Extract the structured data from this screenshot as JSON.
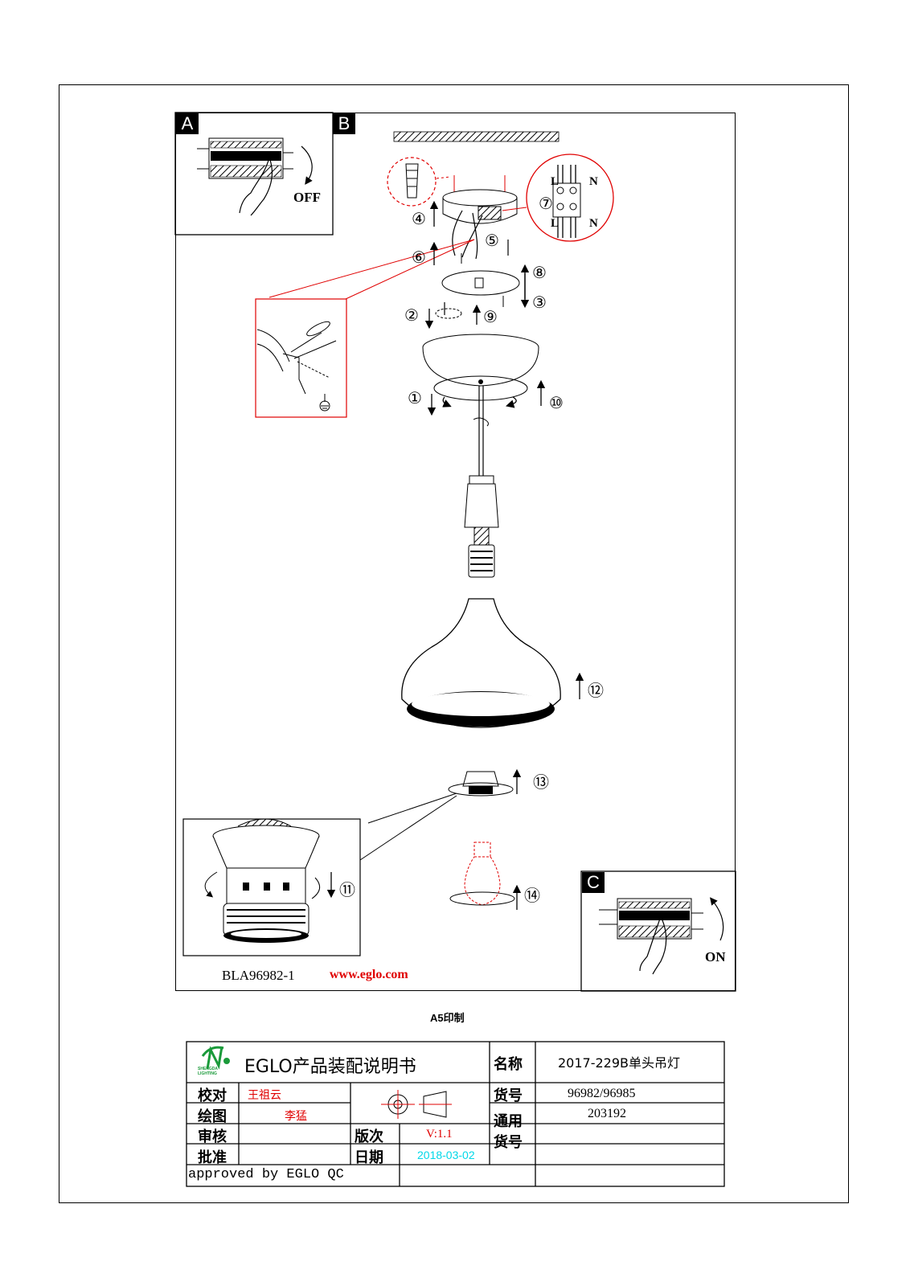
{
  "panels": {
    "a_label": "A",
    "b_label": "B",
    "c_label": "C",
    "off_text": "OFF",
    "on_text": "ON"
  },
  "wiring": {
    "l_top": "L",
    "n_top": "N",
    "l_bottom": "L",
    "n_bottom": "N"
  },
  "steps": {
    "s1": "①",
    "s2": "②",
    "s3": "③",
    "s4": "④",
    "s5": "⑤",
    "s6": "⑥",
    "s7": "⑦",
    "s8": "⑧",
    "s9": "⑨",
    "s10": "⑩",
    "s11": "⑪",
    "s12": "⑫",
    "s13": "⑬",
    "s14": "⑭"
  },
  "drawing_code": "BLA96982-1",
  "website": "www.eglo.com",
  "print_note": "A5印制",
  "title_block": {
    "logo_text": "SHENGDA LIGHTING",
    "doc_title": "EGLO产品装配说明书",
    "name_label": "名称",
    "name_value": "2017-229B单头吊灯",
    "proof_label": "校对",
    "proof_value": "王祖云",
    "drawn_label": "绘图",
    "drawn_value": "李猛",
    "review_label": "审核",
    "approve_label": "批准",
    "item_label": "货号",
    "item_value": "96982/96985",
    "common_item_label": "通用货号",
    "common_item_value": "203192",
    "version_label": "版次",
    "version_value": "V:1.1",
    "date_label": "日期",
    "date_value": "2018-03-02",
    "approved_by": "approved by EGLO QC"
  },
  "colors": {
    "red": "#e00000",
    "cyan": "#00d8e8",
    "logo_green": "#1a9a3a"
  }
}
